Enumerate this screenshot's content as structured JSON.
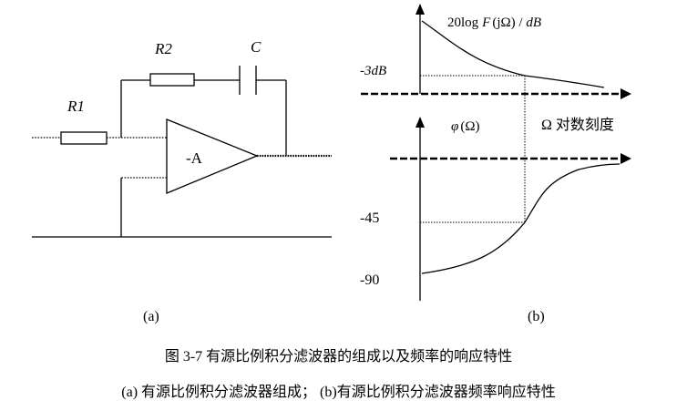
{
  "circuit": {
    "r1_label": "R1",
    "r2_label": "R2",
    "c_label": "C",
    "amp_label": "-A"
  },
  "plot": {
    "mag_label": "20log F(jΩ) / dB",
    "mag_label_parts": [
      "20log",
      "F",
      "(j",
      "Ω",
      ")",
      " / ",
      "dB"
    ],
    "minus3db_label": "-3dB",
    "phase_label": "φ(Ω)",
    "phase_label_parts": [
      "φ",
      "(",
      "Ω",
      ")"
    ],
    "omega_axis_label": "Ω 对数刻度",
    "omega_axis_label_parts": [
      "Ω",
      "对数刻度"
    ],
    "tick_minus45": "-45",
    "tick_minus90": "-90"
  },
  "sublabels": {
    "a": "(a)",
    "b": "(b)"
  },
  "caption": {
    "title": "图 3-7 有源比例积分滤波器的组成以及频率的响应特性",
    "subtitle": "(a)  有源比例积分滤波器组成； (b)有源比例积分滤波器频率响应特性"
  }
}
